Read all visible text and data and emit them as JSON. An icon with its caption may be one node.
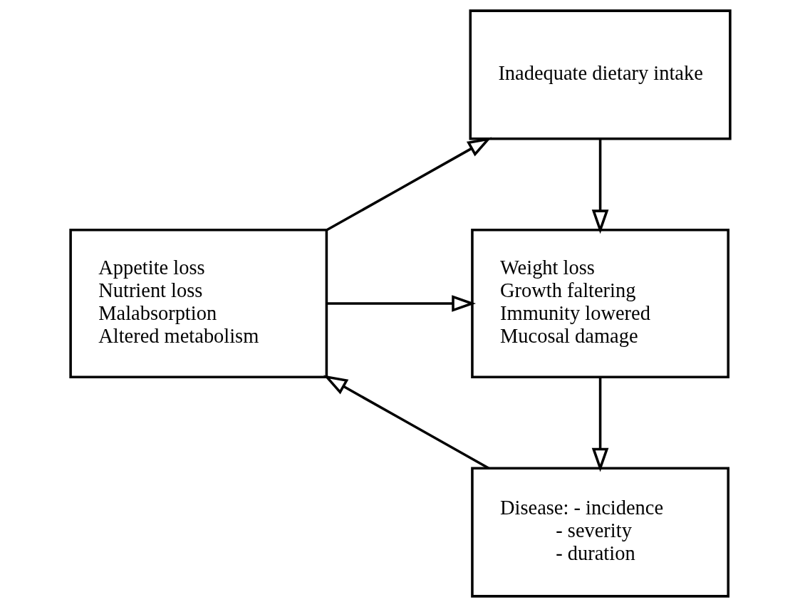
{
  "diagram": {
    "nodes": [
      {
        "text": [
          "Inadequate dietary intake"
        ]
      },
      {
        "text": [
          "Appetite loss",
          "Nutrient loss",
          "Malabsorption",
          "Altered metabolism"
        ]
      },
      {
        "text": [
          "Weight loss",
          "Growth faltering",
          "Immunity lowered",
          "Mucosal damage"
        ]
      },
      {
        "text": [
          "Disease: - incidence",
          "- severity",
          "- duration"
        ]
      }
    ],
    "edges": [
      {
        "from": 1,
        "to": 0,
        "arrow": "to"
      },
      {
        "from": 0,
        "to": 2,
        "arrow": "to"
      },
      {
        "from": 2,
        "to": 3,
        "arrow": "to"
      },
      {
        "from": 3,
        "to": 1,
        "arrow": "to"
      },
      {
        "from": 1,
        "to": 2,
        "arrow": "to"
      }
    ]
  }
}
